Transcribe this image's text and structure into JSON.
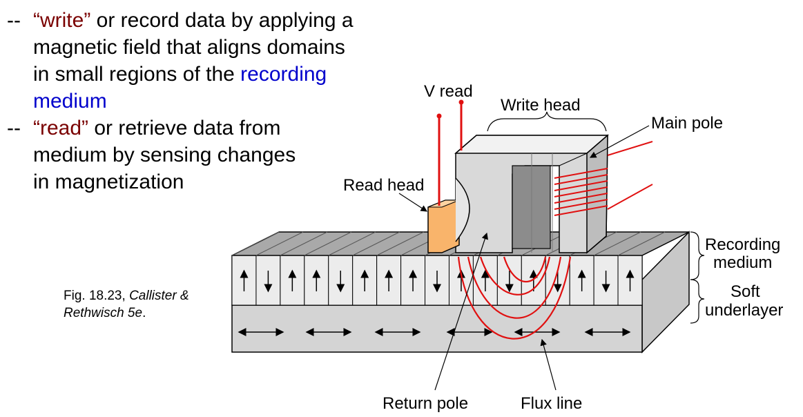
{
  "bullets": [
    {
      "dash": "--",
      "keyword": "“write”",
      "text_lines": [
        " or record data by applying a",
        "magnetic field that aligns domains",
        "in small regions of the "
      ],
      "highlight": "recording medium"
    },
    {
      "dash": "--",
      "keyword": "“read”",
      "text_lines": [
        " or retrieve data from",
        "medium by sensing changes",
        "in magnetization"
      ]
    }
  ],
  "caption": {
    "line1": "Fig. 18.23, ",
    "line1_italic": "Callister &",
    "line2_italic": "Rethwisch 5e",
    "line2_end": "."
  },
  "labels": {
    "v_read": "V read",
    "write_head": "Write head",
    "main_pole": "Main pole",
    "read_head": "Read head",
    "recording_medium_1": "Recording",
    "recording_medium_2": "medium",
    "soft_underlayer_1": "Soft",
    "soft_underlayer_2": "underlayer",
    "return_pole": "Return pole",
    "flux_line": "Flux line"
  },
  "colors": {
    "keyword": "#7a0000",
    "highlight": "#0000cc",
    "wire": "#e01010",
    "read_head": "#f9b46b"
  },
  "domains": [
    "up",
    "down",
    "up",
    "up",
    "down",
    "up",
    "up",
    "up",
    "down",
    "up",
    "up",
    "down",
    "up",
    "down",
    "up",
    "down",
    "up"
  ]
}
